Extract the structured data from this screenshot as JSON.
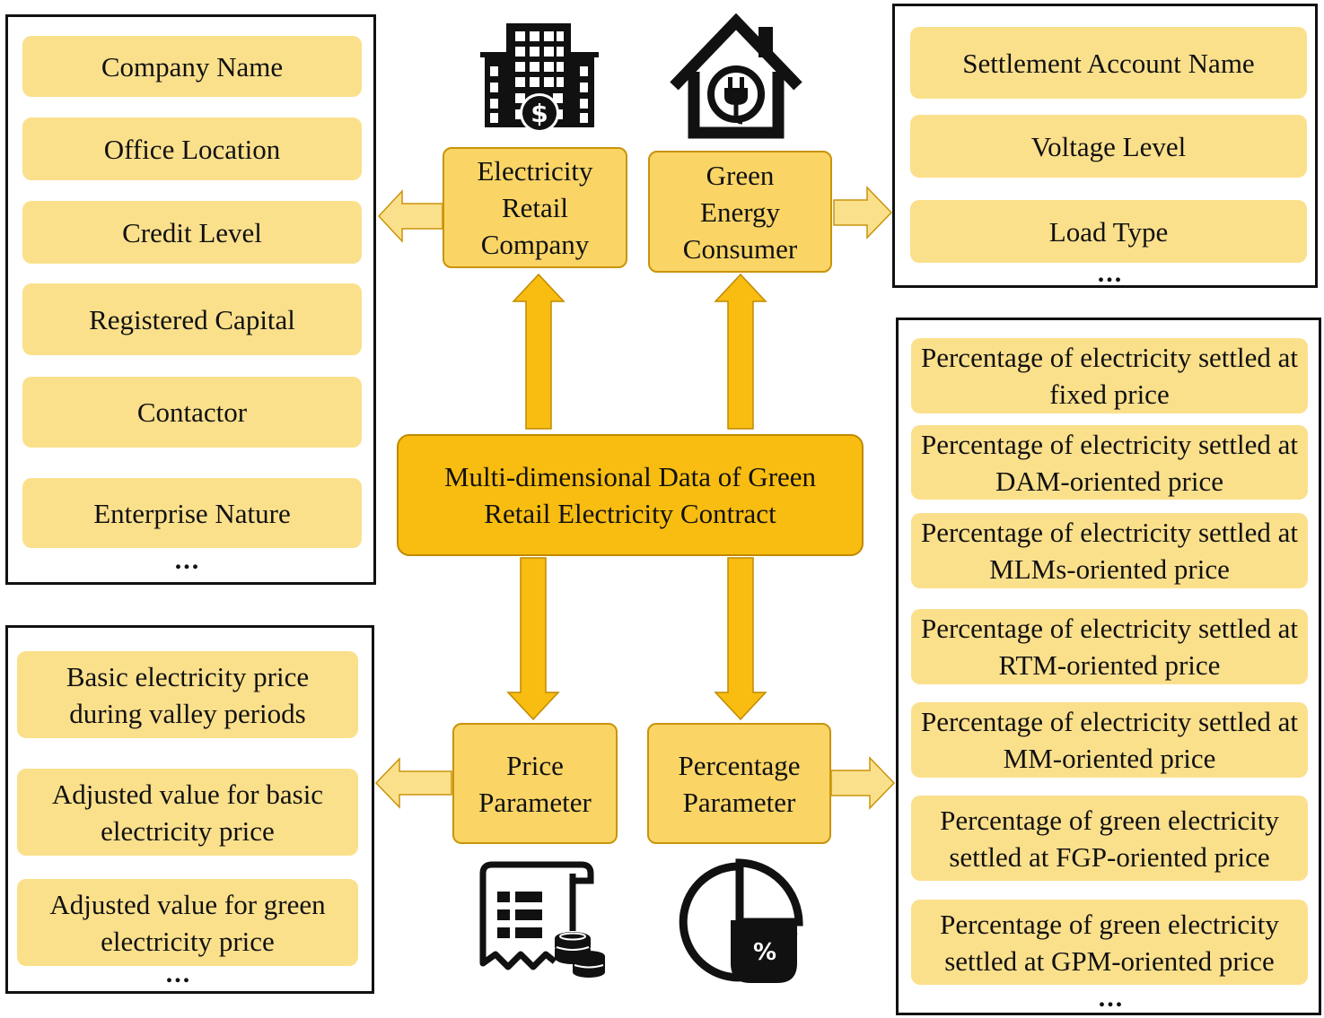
{
  "left_top_panel": {
    "items": [
      "Company Name",
      "Office Location",
      "Credit Level",
      "Registered Capital",
      "Contactor",
      "Enterprise Nature"
    ],
    "more": "..."
  },
  "left_bottom_panel": {
    "items": [
      "Basic electricity price during valley periods",
      "Adjusted value for basic electricity price",
      "Adjusted value for green electricity price"
    ],
    "more": "..."
  },
  "right_top_panel": {
    "items": [
      "Settlement Account Name",
      "Voltage Level",
      "Load Type"
    ],
    "more": "..."
  },
  "right_bottom_panel": {
    "items": [
      "Percentage of electricity settled at fixed price",
      "Percentage of electricity settled at DAM-oriented price",
      "Percentage of electricity settled at MLMs-oriented price",
      "Percentage of electricity settled at RTM-oriented price",
      "Percentage of electricity settled at MM-oriented price",
      "Percentage of green electricity settled at FGP-oriented price",
      "Percentage of green electricity settled at GPM-oriented price"
    ],
    "more": "..."
  },
  "nodes": {
    "retail_company": "Electricity Retail Company",
    "consumer": "Green Energy Consumer",
    "center": "Multi-dimensional Data of Green Retail Electricity Contract",
    "price_parameter": "Price Parameter",
    "percentage_parameter": "Percentage Parameter"
  },
  "icons": {
    "retail_company": "office-building-dollar-icon",
    "consumer": "house-plug-icon",
    "price_parameter": "invoice-coins-icon",
    "percentage_parameter": "pie-chart-percent-icon",
    "percent_symbol": "%"
  },
  "colors": {
    "item_fill": "#fbe08c",
    "node_fill": "#fad566",
    "center_fill": "#f8bd10",
    "arrow_fill": "#f8bd10"
  }
}
